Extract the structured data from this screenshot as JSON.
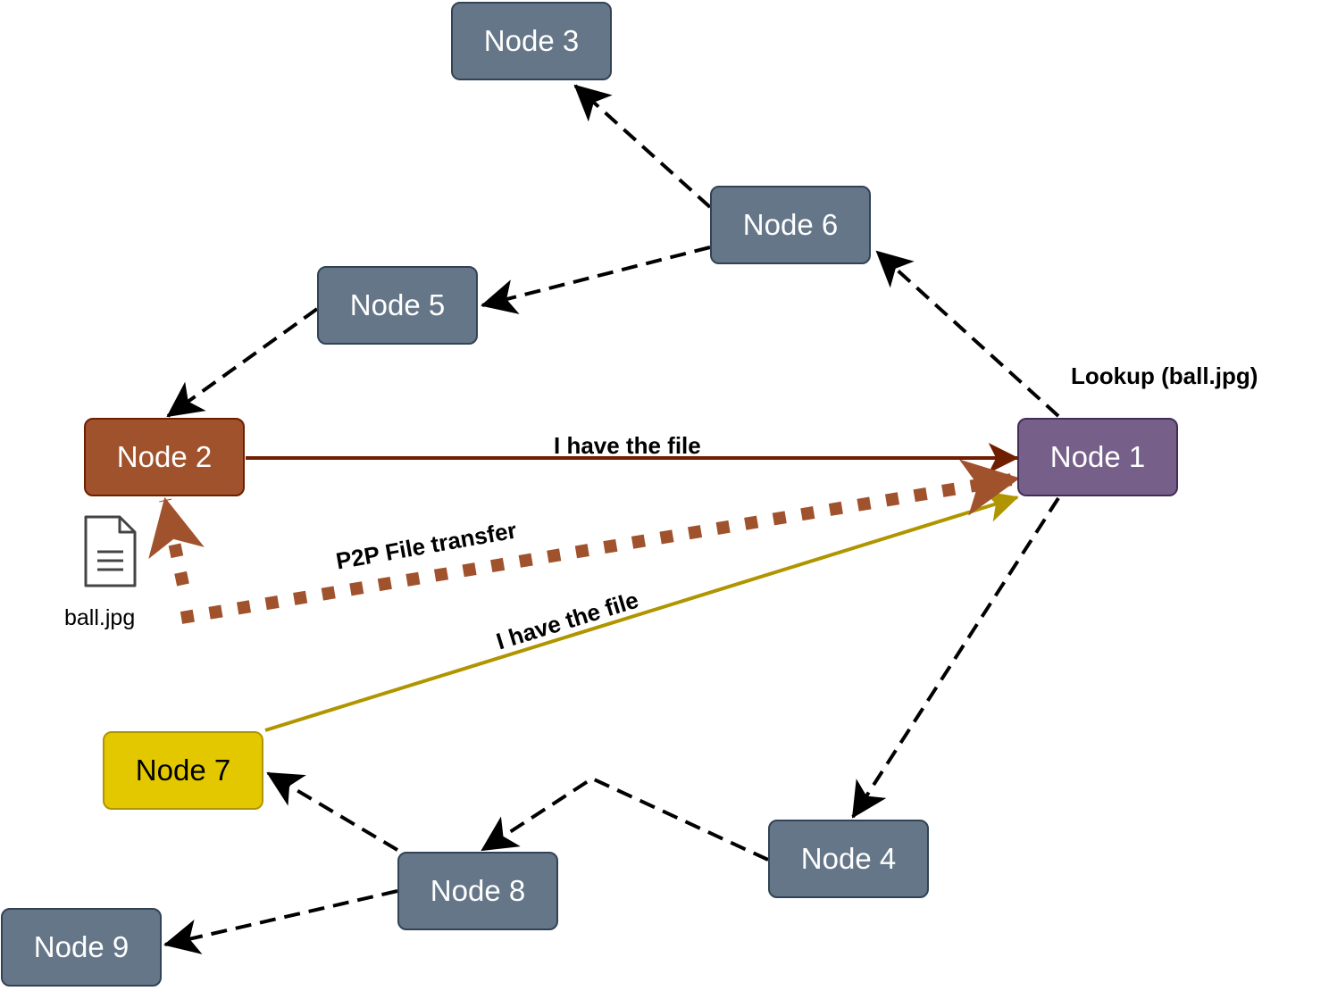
{
  "nodes": {
    "n1": "Node 1",
    "n2": "Node 2",
    "n3": "Node 3",
    "n4": "Node 4",
    "n5": "Node 5",
    "n6": "Node 6",
    "n7": "Node 7",
    "n8": "Node 8",
    "n9": "Node 9"
  },
  "labels": {
    "lookup": "Lookup (ball.jpg)",
    "have_file_node2": "I have the file",
    "p2p_transfer": "P2P File transfer",
    "have_file_node7": "I have the file"
  },
  "file": {
    "name": "ball.jpg",
    "icon": "document-icon"
  },
  "colors": {
    "default_node": "#647687",
    "node1": "#76608a",
    "node2": "#a0522d",
    "node7": "#e3c800",
    "reply_node2": "#6f1e00",
    "transfer": "#a0522d",
    "reply_node7": "#b09500"
  }
}
